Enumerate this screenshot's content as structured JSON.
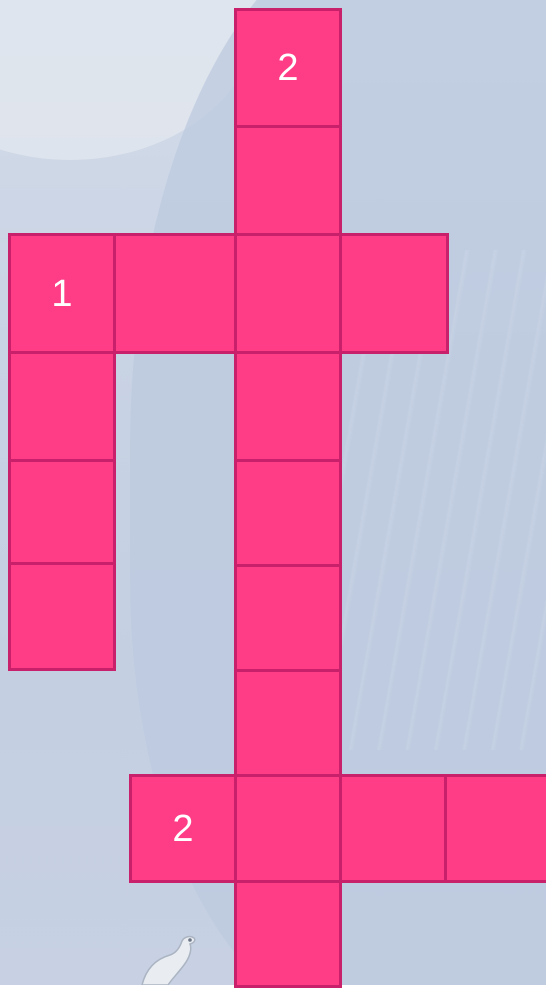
{
  "puzzle": {
    "clue_numbers": {
      "vertical_word": "2",
      "left_word": "1",
      "bottom_word": "2"
    }
  },
  "colors": {
    "cell_fill": "#ff3c86",
    "cell_border": "#c8206a",
    "number_text": "#ffffff",
    "background": "#c8d3e4"
  },
  "icons": {
    "decoration": "bird-icon"
  }
}
